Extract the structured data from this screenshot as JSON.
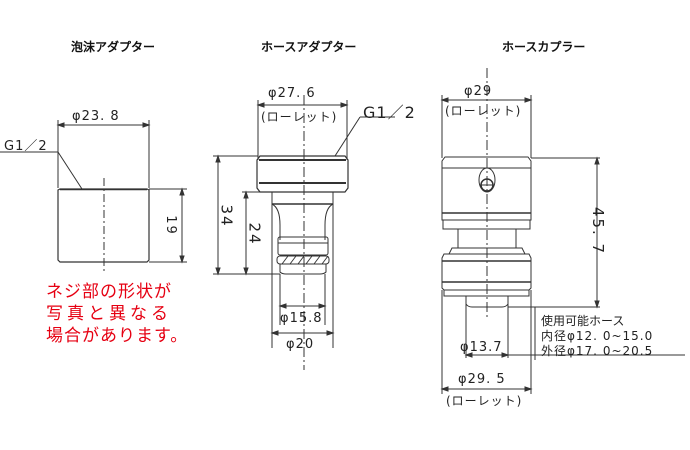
{
  "parts": [
    {
      "id": "foam-adapter",
      "title": "泡沫アダプター",
      "dimensions": {
        "diameter": "φ23. 8",
        "thread": "G1／2",
        "height": "19"
      }
    },
    {
      "id": "hose-adapter",
      "title": "ホースアダプター",
      "dimensions": {
        "diameter_knurl": "φ27. 6",
        "knurl_label": "(ローレット)",
        "thread": "G1／2",
        "total_height": "34",
        "lower_height": "24",
        "inner_diameter": "φ15.8",
        "outer_diameter": "φ20"
      }
    },
    {
      "id": "hose-coupler",
      "title": "ホースカプラー",
      "dimensions": {
        "top_diameter_knurl": "φ29",
        "top_knurl_label": "(ローレット)",
        "height": "45. 7",
        "inner_diameter": "φ13.7",
        "bottom_diameter_knurl": "φ29. 5",
        "bottom_knurl_label": "(ローレット)"
      },
      "compatible_hose": {
        "heading": "使用可能ホース",
        "inner": "内径φ12. 0~15.0",
        "outer": "外径φ17. 0~20.5"
      }
    }
  ],
  "note": {
    "lines": [
      "ネジ部の形状が",
      "写真と異なる",
      "場合があります。"
    ],
    "color": "#e60012"
  }
}
